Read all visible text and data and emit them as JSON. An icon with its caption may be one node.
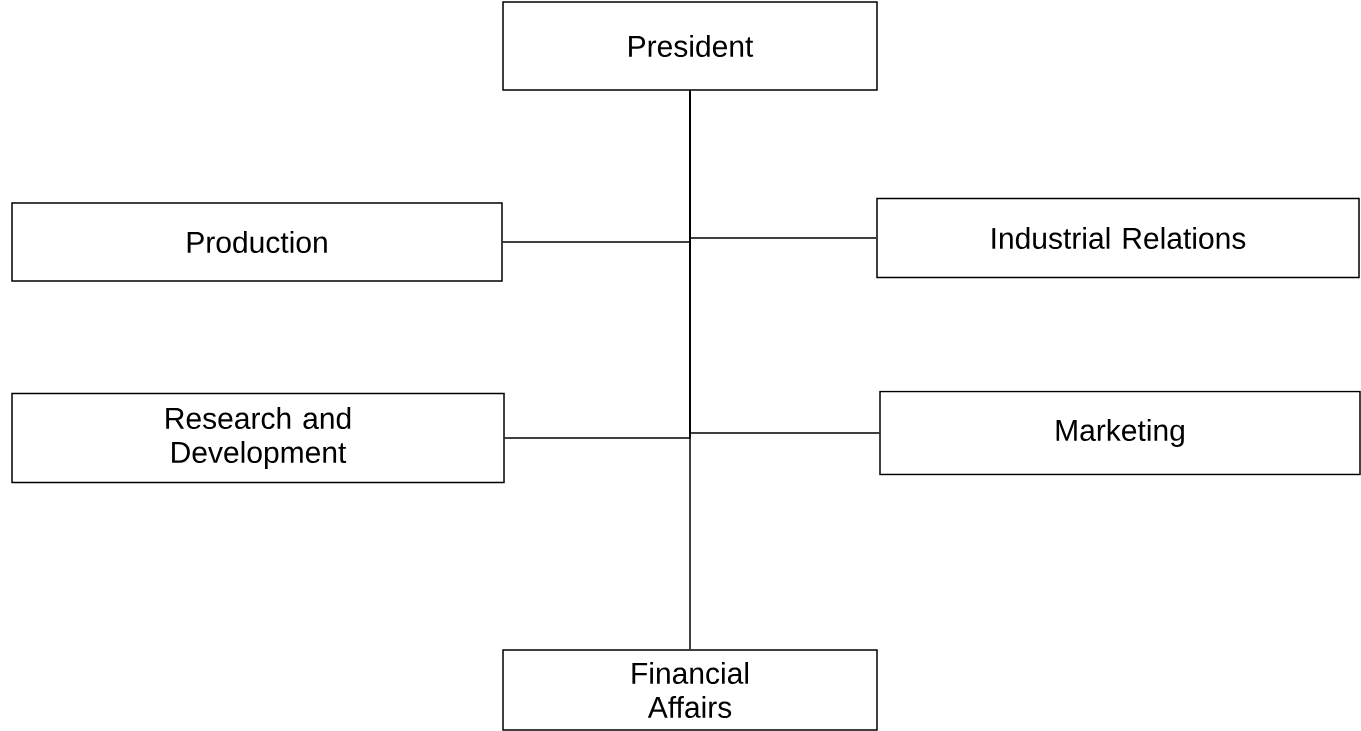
{
  "diagram": {
    "nodes": [
      {
        "text": [
          "President"
        ]
      },
      {
        "text": [
          "Production"
        ]
      },
      {
        "text": [
          "Industrial Relations"
        ]
      },
      {
        "text": [
          "Research and Development"
        ]
      },
      {
        "text": [
          "Marketing"
        ]
      },
      {
        "text": [
          "Financial Affairs"
        ]
      }
    ],
    "edges": [
      {
        "from": 0,
        "to": 1,
        "arrow": "none"
      },
      {
        "from": 0,
        "to": 2,
        "arrow": "none"
      },
      {
        "from": 0,
        "to": 3,
        "arrow": "none"
      },
      {
        "from": 0,
        "to": 4,
        "arrow": "none"
      },
      {
        "from": 0,
        "to": 5,
        "arrow": "none"
      }
    ]
  }
}
